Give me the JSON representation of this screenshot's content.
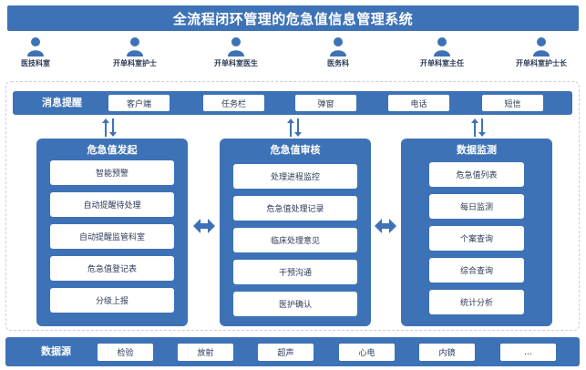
{
  "title": "全流程闭环管理的危急值信息管理系统",
  "roles": [
    "医技科室",
    "开单科室护士",
    "开单科室医生",
    "医务科",
    "开单科室主任",
    "开单科室护士长"
  ],
  "message_bar": {
    "label": "消息提醒",
    "channels": [
      "客户端",
      "任务栏",
      "弹窗",
      "电话",
      "短信"
    ]
  },
  "columns": [
    {
      "title": "危急值发起",
      "items": [
        "智能预警",
        "自动提醒待处理",
        "自动提醒监管科室",
        "危急值登记表",
        "分级上报"
      ]
    },
    {
      "title": "危急值审核",
      "items": [
        "处理进程监控",
        "危急值处理记录",
        "临床处理意见",
        "干预沟通",
        "医护确认"
      ]
    },
    {
      "title": "数据监测",
      "items": [
        "危急值列表",
        "每日监测",
        "个案查询",
        "综合查询",
        "统计分析"
      ]
    }
  ],
  "data_source": {
    "label": "数据源",
    "items": [
      "检验",
      "放射",
      "超声",
      "心电",
      "内镜",
      "…"
    ]
  },
  "colors": {
    "primary": "#3d72b6",
    "text": "#2b3a55",
    "background": "#ffffff"
  },
  "icons": {
    "role": "person-icon",
    "vertical_link": "double-arrow-vertical-icon",
    "horizontal_link": "double-arrow-horizontal-icon"
  }
}
